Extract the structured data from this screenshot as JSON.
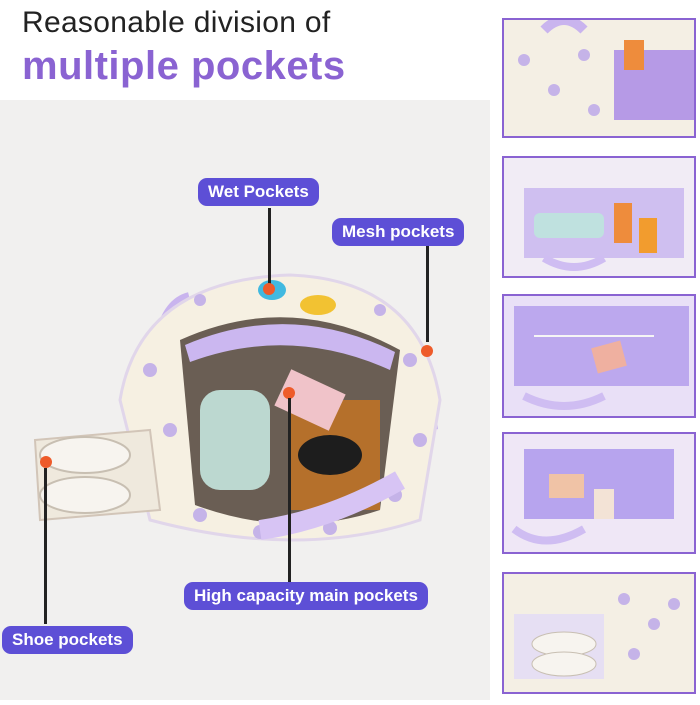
{
  "headline": {
    "line1": "Reasonable division of",
    "line2": "multiple pockets"
  },
  "labels": {
    "wet": "Wet Pockets",
    "mesh": "Mesh pockets",
    "main": "High capacity main pockets",
    "shoe": "Shoe pockets"
  },
  "colors": {
    "accent_purple": "#8a63d2",
    "label_bg": "#5d4fd6",
    "marker": "#ee5b2a"
  }
}
